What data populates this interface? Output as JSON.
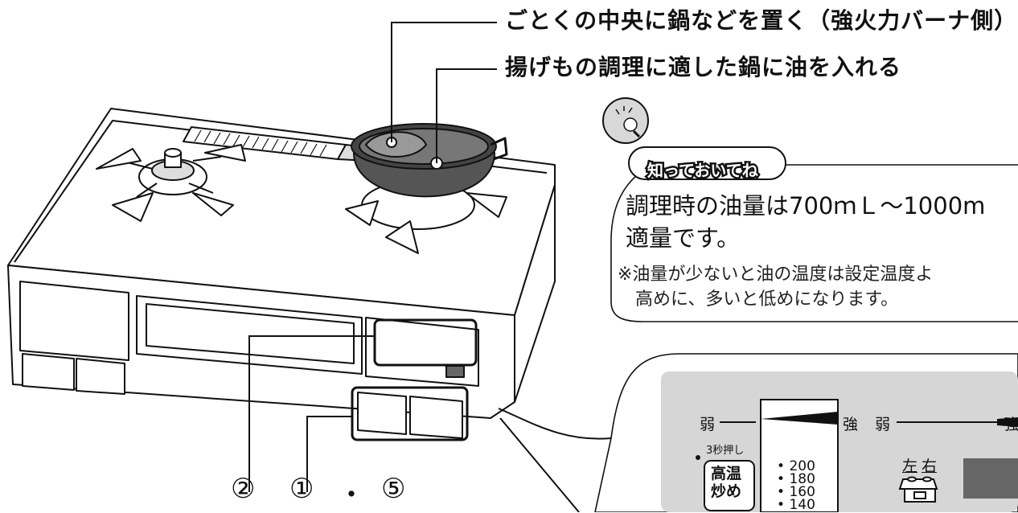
{
  "callouts": {
    "top": "ごとくの中央に鍋などを置く（強火力バーナ側）",
    "second": "揚げもの調理に適した鍋に油を入れる"
  },
  "tip": {
    "title": "知っておいてね",
    "body_line1": "調理時の油量は700ｍＬ～1000m",
    "body_line2": "適量です。",
    "note_line1": "※油量が少ないと油の温度は設定温度よ",
    "note_line2": "　高めに、多いと低めになります。"
  },
  "steps": {
    "two": "②",
    "one": "①",
    "dot": "・",
    "five": "⑤"
  },
  "panel": {
    "weak_left": "弱",
    "strong_mid": "強",
    "weak_right": "弱",
    "strong_right": "強",
    "press_3s": "3秒押し",
    "high_temp": "高温",
    "stir_fry": "炒め",
    "temps": [
      "200",
      "180",
      "160",
      "140"
    ],
    "left_label": "左",
    "right_label": "右"
  },
  "icons": [
    "lightbulb-icon",
    "burner-select-icon"
  ]
}
